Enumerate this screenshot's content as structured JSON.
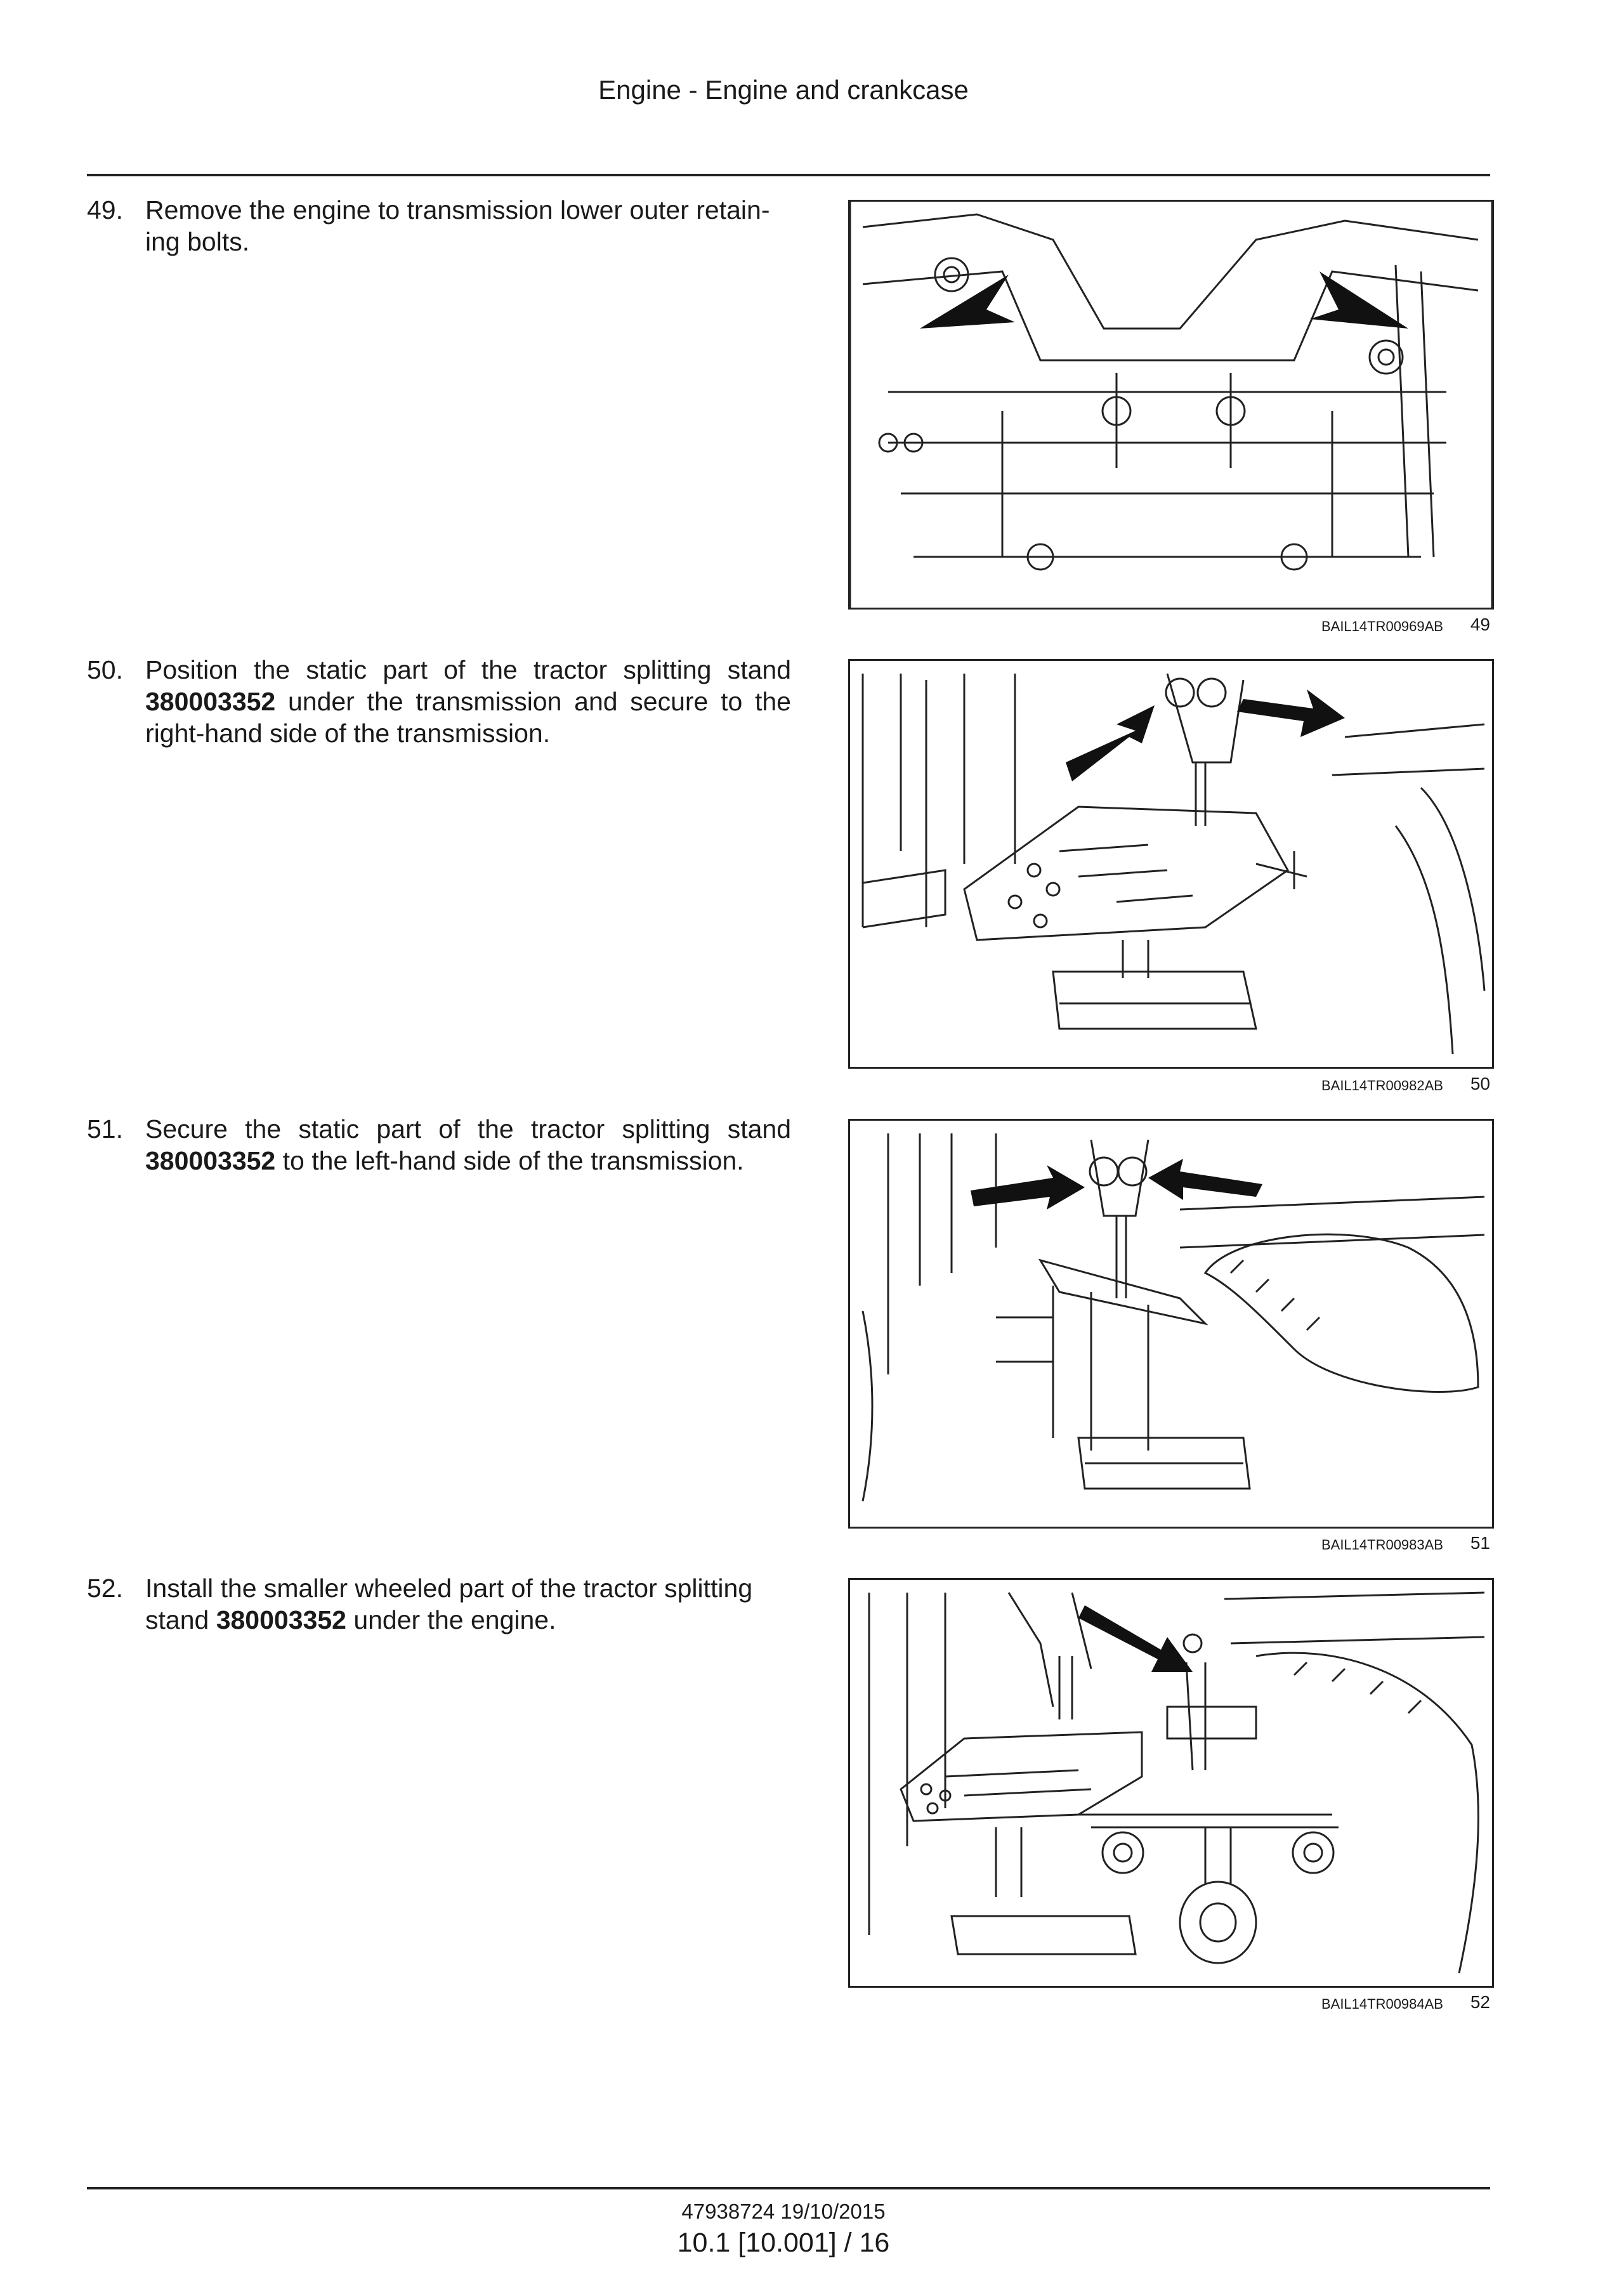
{
  "header": {
    "title": "Engine - Engine and crankcase"
  },
  "steps": [
    {
      "num": "49.",
      "text_before": "Remove the engine to transmission lower outer retain-ing bolts.",
      "part": "",
      "text_after": ""
    },
    {
      "num": "50.",
      "text_before": "Position the static part of the tractor splitting stand ",
      "part": "380003352",
      "text_after": " under the transmission and secure to the right-hand side of the transmission."
    },
    {
      "num": "51.",
      "text_before": "Secure the static part of the tractor splitting stand ",
      "part": "380003352",
      "text_after": " to the left-hand side of the transmission."
    },
    {
      "num": "52.",
      "text_before": "Install the smaller wheeled part of the tractor splitting stand ",
      "part": "380003352",
      "text_after": " under the engine."
    }
  ],
  "figures": [
    {
      "code": "BAIL14TR00969AB",
      "number": "49"
    },
    {
      "code": "BAIL14TR00982AB",
      "number": "50"
    },
    {
      "code": "BAIL14TR00983AB",
      "number": "51"
    },
    {
      "code": "BAIL14TR00984AB",
      "number": "52"
    }
  ],
  "footer": {
    "doc": "47938724 19/10/2015",
    "page": "10.1 [10.001] / 16"
  }
}
